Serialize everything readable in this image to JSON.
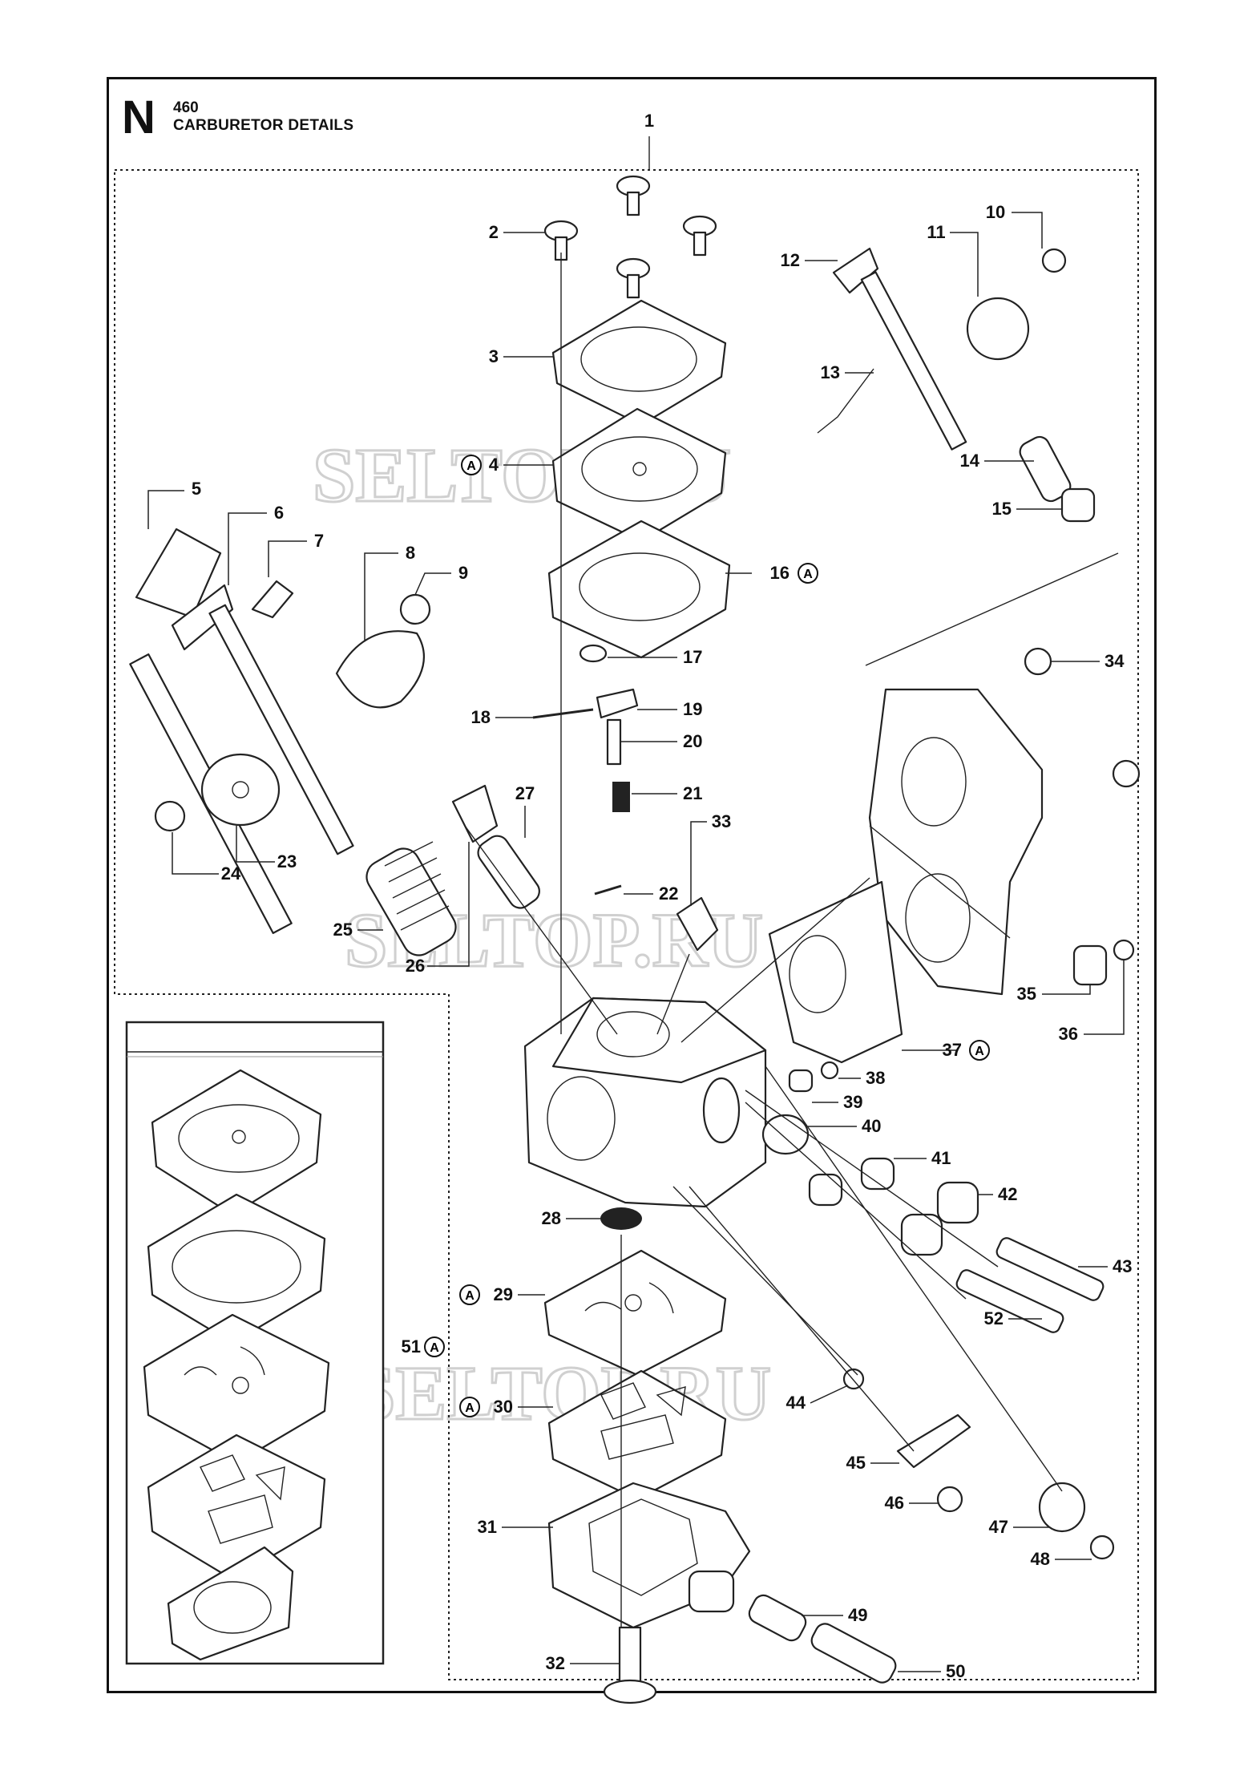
{
  "header": {
    "section_letter": "N",
    "model": "460",
    "title": "CARBURETOR DETAILS"
  },
  "watermark": "SELTOP.RU",
  "kit_marker": "A",
  "callouts": [
    {
      "id": "1",
      "label": "1",
      "kit": false
    },
    {
      "id": "2",
      "label": "2",
      "kit": false
    },
    {
      "id": "3",
      "label": "3",
      "kit": false
    },
    {
      "id": "4",
      "label": "4",
      "kit": true
    },
    {
      "id": "5",
      "label": "5",
      "kit": false
    },
    {
      "id": "6",
      "label": "6",
      "kit": false
    },
    {
      "id": "7",
      "label": "7",
      "kit": false
    },
    {
      "id": "8",
      "label": "8",
      "kit": false
    },
    {
      "id": "9",
      "label": "9",
      "kit": false
    },
    {
      "id": "10",
      "label": "10",
      "kit": false
    },
    {
      "id": "11",
      "label": "11",
      "kit": false
    },
    {
      "id": "12",
      "label": "12",
      "kit": false
    },
    {
      "id": "13",
      "label": "13",
      "kit": false
    },
    {
      "id": "14",
      "label": "14",
      "kit": false
    },
    {
      "id": "15",
      "label": "15",
      "kit": false
    },
    {
      "id": "16",
      "label": "16",
      "kit": true
    },
    {
      "id": "17",
      "label": "17",
      "kit": false
    },
    {
      "id": "18",
      "label": "18",
      "kit": false
    },
    {
      "id": "19",
      "label": "19",
      "kit": false
    },
    {
      "id": "20",
      "label": "20",
      "kit": false
    },
    {
      "id": "21",
      "label": "21",
      "kit": false
    },
    {
      "id": "22",
      "label": "22",
      "kit": false
    },
    {
      "id": "23",
      "label": "23",
      "kit": false
    },
    {
      "id": "24",
      "label": "24",
      "kit": false
    },
    {
      "id": "25",
      "label": "25",
      "kit": false
    },
    {
      "id": "26",
      "label": "26",
      "kit": false
    },
    {
      "id": "27",
      "label": "27",
      "kit": false
    },
    {
      "id": "28",
      "label": "28",
      "kit": false
    },
    {
      "id": "29",
      "label": "29",
      "kit": true
    },
    {
      "id": "30",
      "label": "30",
      "kit": true
    },
    {
      "id": "31",
      "label": "31",
      "kit": false
    },
    {
      "id": "32",
      "label": "32",
      "kit": false
    },
    {
      "id": "33",
      "label": "33",
      "kit": false
    },
    {
      "id": "34",
      "label": "34",
      "kit": false
    },
    {
      "id": "35",
      "label": "35",
      "kit": false
    },
    {
      "id": "36",
      "label": "36",
      "kit": false
    },
    {
      "id": "37",
      "label": "37",
      "kit": true
    },
    {
      "id": "38",
      "label": "38",
      "kit": false
    },
    {
      "id": "39",
      "label": "39",
      "kit": false
    },
    {
      "id": "40",
      "label": "40",
      "kit": false
    },
    {
      "id": "41",
      "label": "41",
      "kit": false
    },
    {
      "id": "42",
      "label": "42",
      "kit": false
    },
    {
      "id": "43",
      "label": "43",
      "kit": false
    },
    {
      "id": "44",
      "label": "44",
      "kit": false
    },
    {
      "id": "45",
      "label": "45",
      "kit": false
    },
    {
      "id": "46",
      "label": "46",
      "kit": false
    },
    {
      "id": "47",
      "label": "47",
      "kit": false
    },
    {
      "id": "48",
      "label": "48",
      "kit": false
    },
    {
      "id": "49",
      "label": "49",
      "kit": false
    },
    {
      "id": "50",
      "label": "50",
      "kit": false
    },
    {
      "id": "51",
      "label": "51",
      "kit": true
    },
    {
      "id": "52",
      "label": "52",
      "kit": false
    }
  ]
}
